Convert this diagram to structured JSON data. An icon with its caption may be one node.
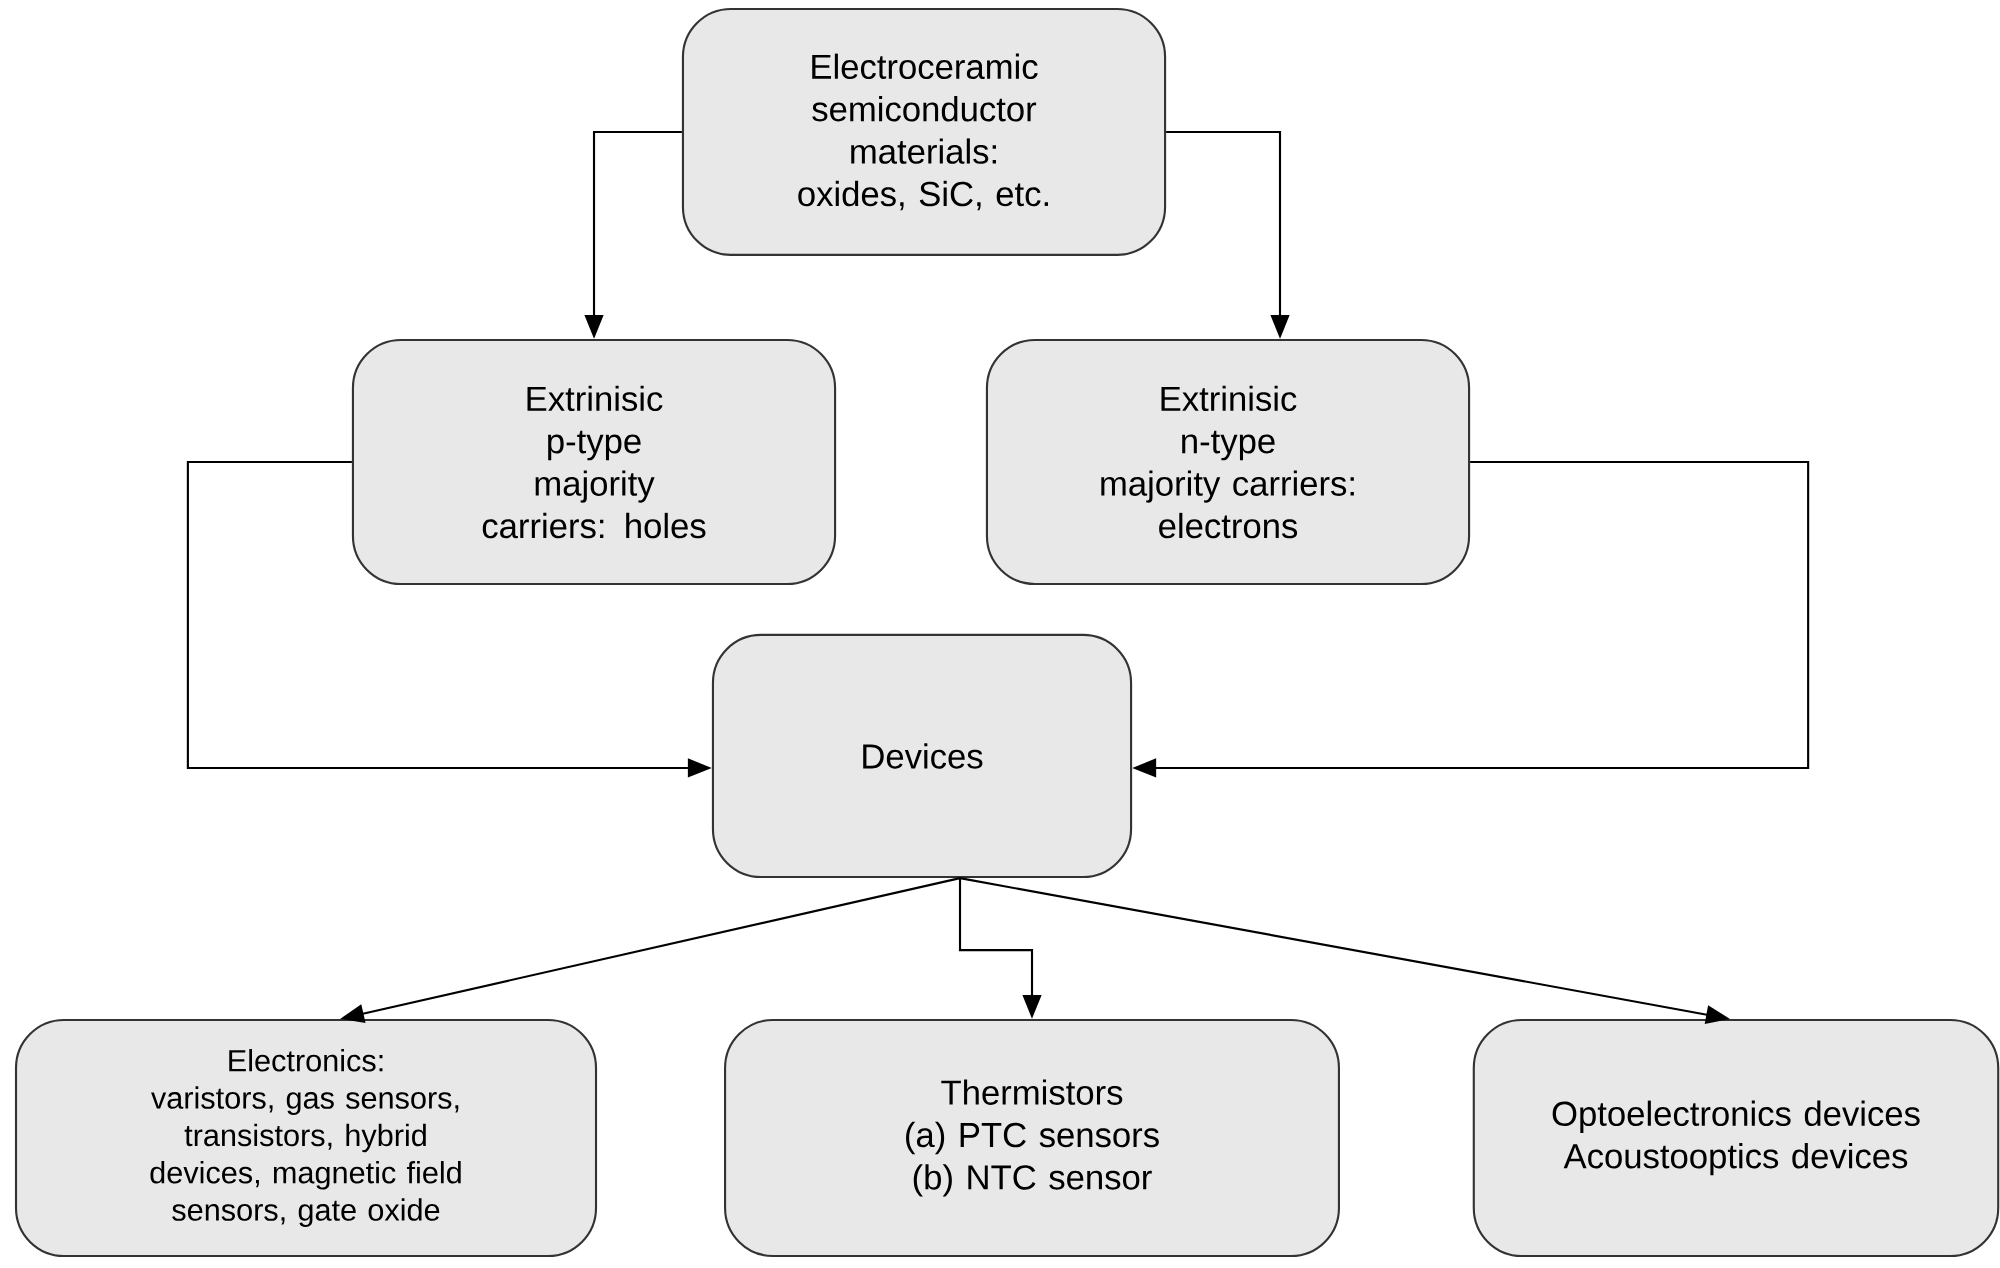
{
  "diagram": {
    "nodes": [
      {
        "text": [
          "Electroceramic semiconductor materials: oxides, SiC, etc."
        ]
      },
      {
        "text": [
          "Extrinisic",
          "p-type",
          "majority carriers: holes"
        ]
      },
      {
        "text": [
          "Extrinisic",
          "n-type",
          "majority carriers: electrons"
        ]
      },
      {
        "text": [
          "Devices"
        ]
      },
      {
        "text": [
          "Electronics:",
          "varistors, gas sensors, transistors, hybrid devices, magnetic field sensors, gate oxide"
        ]
      },
      {
        "text": [
          "Thermistors",
          "(a) PTC sensors",
          "(b) NTC sensor"
        ]
      },
      {
        "text": [
          "Optoelectronics devices",
          "Acoustooptics devices"
        ]
      }
    ],
    "edges": [
      {
        "from": 0,
        "to": 1,
        "arrow": "to"
      },
      {
        "from": 0,
        "to": 2,
        "arrow": "to"
      },
      {
        "from": 1,
        "to": 3,
        "arrow": "to"
      },
      {
        "from": 2,
        "to": 3,
        "arrow": "to"
      },
      {
        "from": 3,
        "to": 4,
        "arrow": "to"
      },
      {
        "from": 3,
        "to": 5,
        "arrow": "to"
      },
      {
        "from": 3,
        "to": 6,
        "arrow": "to"
      }
    ]
  }
}
